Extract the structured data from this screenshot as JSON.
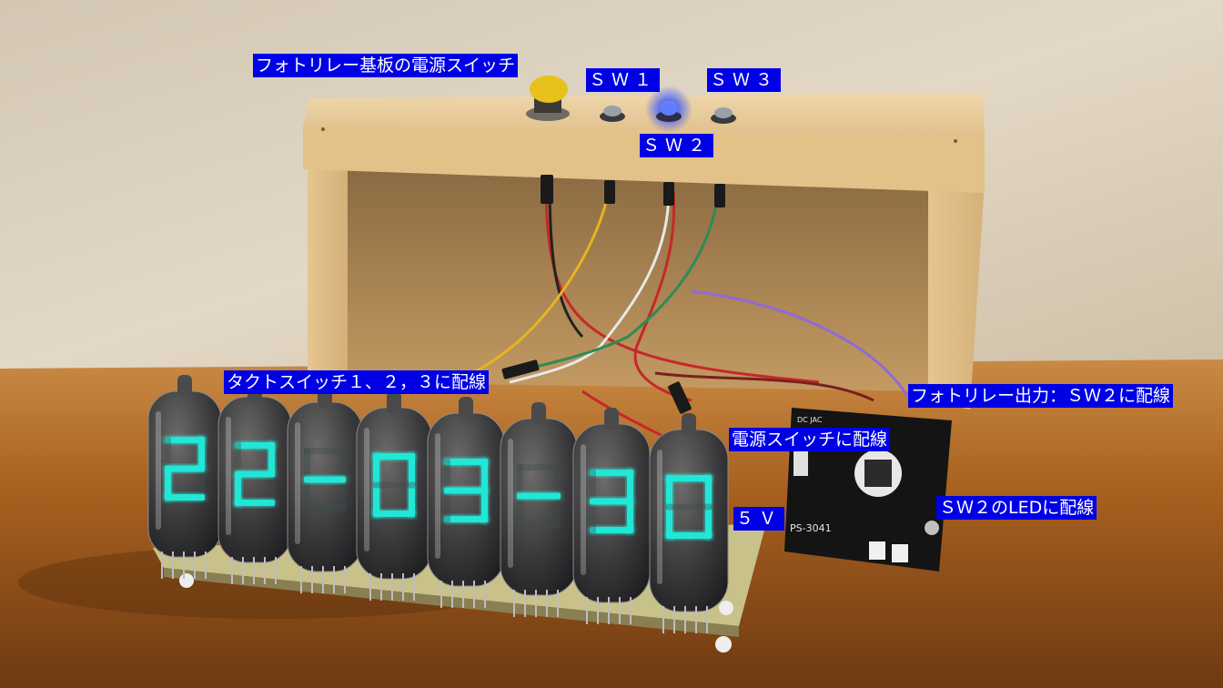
{
  "labels": {
    "photorelay_power_switch": "フォトリレー基板の電源スイッチ",
    "sw1": "ＳＷ１",
    "sw2": "ＳＷ２",
    "sw3": "ＳＷ３",
    "tact_switch_wiring": "タクトスイッチ１、２，３に配線",
    "photorelay_output": "フォトリレー出力：ＳＷ２に配線",
    "power_switch_wiring": "電源スイッチに配線",
    "five_volt": "５Ｖ",
    "sw2_led_wiring": "ＳＷ２のLEDに配線"
  },
  "display": {
    "digits": [
      "2",
      "2",
      "-",
      "0",
      "3",
      "-",
      "3",
      "0"
    ],
    "glow_color": "#21e6d6"
  },
  "board_markings": {
    "model": "PS-3041",
    "jack": "DC JAC"
  },
  "colors": {
    "label_bg": "#0000e6",
    "label_text": "#ffffff",
    "wall": "#d8cdbb",
    "table": "#b86a2a",
    "wood": "#e7c996",
    "button_yellow": "#e6c21a",
    "led_blue": "#3a5cff"
  }
}
